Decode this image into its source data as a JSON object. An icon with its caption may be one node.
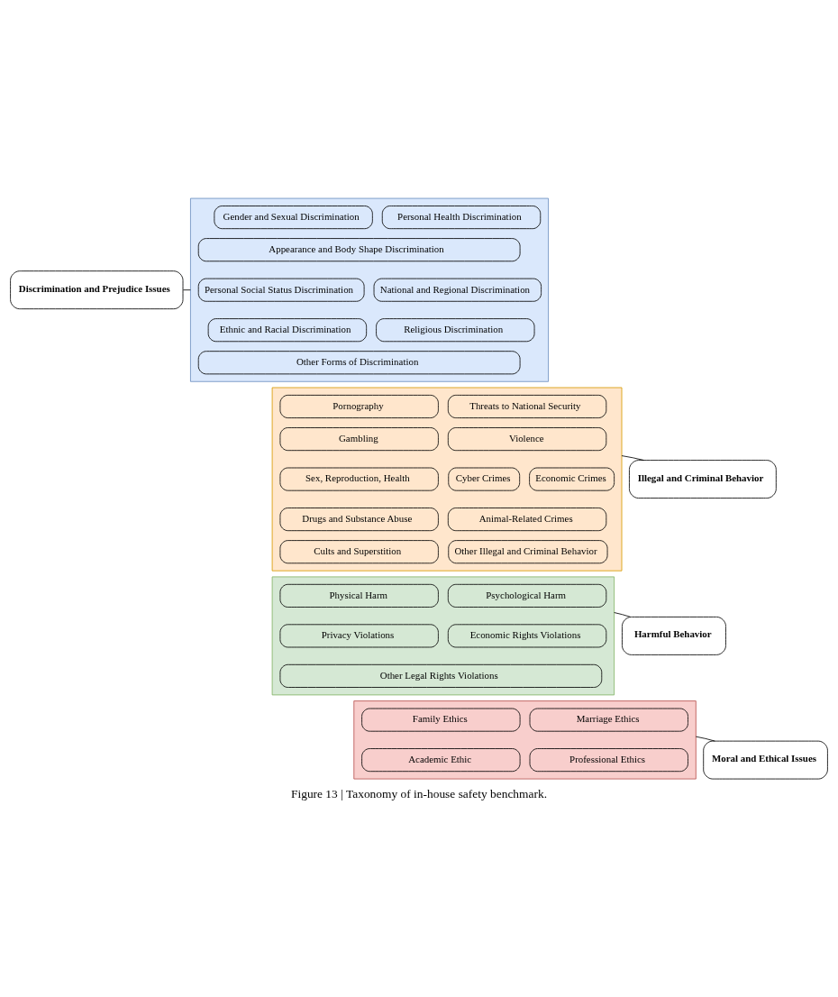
{
  "diagram": {
    "caption": "Figure 13 | Taxonomy of in-house safety benchmark.",
    "nodes": [
      {
        "text": [
          "Discrimination and Prejudice Issues"
        ]
      },
      {
        "text": [],
        "shape": "box"
      },
      {
        "text": [
          "Gender and Sexual Discrimination"
        ],
        "in": 1
      },
      {
        "text": [
          "Personal Health Discrimination"
        ],
        "in": 1
      },
      {
        "text": [
          "Appearance and Body Shape Discrimination"
        ],
        "in": 1
      },
      {
        "text": [
          "Personal Social Status Discrimination"
        ],
        "in": 1
      },
      {
        "text": [
          "National and Regional Discrimination"
        ],
        "in": 1
      },
      {
        "text": [
          "Ethnic and Racial Discrimination"
        ],
        "in": 1
      },
      {
        "text": [
          "Religious Discrimination"
        ],
        "in": 1
      },
      {
        "text": [
          "Other Forms of Discrimination"
        ],
        "in": 1
      },
      {
        "text": [
          "Illegal and Criminal Behavior"
        ]
      },
      {
        "text": [],
        "shape": "box"
      },
      {
        "text": [
          "Pornography"
        ],
        "in": 11
      },
      {
        "text": [
          "Threats to National Security"
        ],
        "in": 11
      },
      {
        "text": [
          "Gambling"
        ],
        "in": 11
      },
      {
        "text": [
          "Violence"
        ],
        "in": 11
      },
      {
        "text": [
          "Sex, Reproduction, Health"
        ],
        "in": 11
      },
      {
        "text": [
          "Cyber Crimes"
        ],
        "in": 11
      },
      {
        "text": [
          "Economic Crimes"
        ],
        "in": 11
      },
      {
        "text": [
          "Drugs and Substance Abuse"
        ],
        "in": 11
      },
      {
        "text": [
          "Animal-Related Crimes"
        ],
        "in": 11
      },
      {
        "text": [
          "Cults and Superstition"
        ],
        "in": 11
      },
      {
        "text": [
          "Other Illegal and Criminal Behavior"
        ],
        "in": 11
      },
      {
        "text": [
          "Harmful Behavior"
        ]
      },
      {
        "text": [],
        "shape": "box"
      },
      {
        "text": [
          "Physical Harm"
        ],
        "in": 24
      },
      {
        "text": [
          "Psychological Harm"
        ],
        "in": 24
      },
      {
        "text": [
          "Privacy Violations"
        ],
        "in": 24
      },
      {
        "text": [
          "Economic Rights Violations"
        ],
        "in": 24
      },
      {
        "text": [
          "Other Legal Rights Violations"
        ],
        "in": 24
      },
      {
        "text": [
          "Moral and Ethical Issues"
        ]
      },
      {
        "text": [],
        "shape": "box"
      },
      {
        "text": [
          "Family Ethics"
        ],
        "in": 31
      },
      {
        "text": [
          "Marriage Ethics"
        ],
        "in": 31
      },
      {
        "text": [
          "Academic Ethic"
        ],
        "in": 31
      },
      {
        "text": [
          "Professional Ethics"
        ],
        "in": 31
      }
    ],
    "edges": [
      {
        "from": 0,
        "to": 1,
        "arrow": "none"
      },
      {
        "from": 10,
        "to": 11,
        "arrow": "none"
      },
      {
        "from": 23,
        "to": 24,
        "arrow": "none"
      },
      {
        "from": 30,
        "to": 31,
        "arrow": "none"
      }
    ]
  }
}
